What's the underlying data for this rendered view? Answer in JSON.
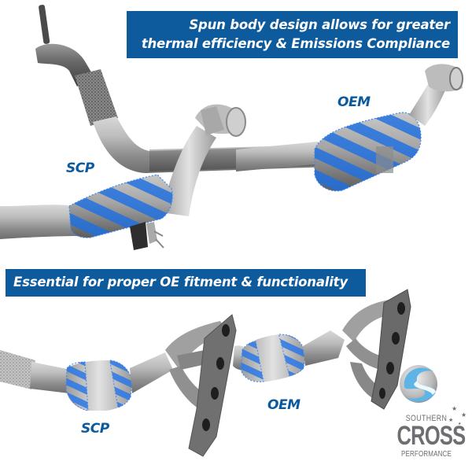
{
  "banners": {
    "top": {
      "line1": "Spun body design allows for greater",
      "line2": "thermal efficiency & Emissions Compliance"
    },
    "bottom": {
      "text": "Essential for proper OE fitment & functionality"
    }
  },
  "labels": {
    "top_scp": "SCP",
    "top_oem": "OEM",
    "bottom_scp": "SCP",
    "bottom_oem": "OEM"
  },
  "logo": {
    "line1": "SOUTHERN",
    "line2": "CROSS",
    "line3": "PERFORMANCE"
  },
  "colors": {
    "banner_bg": "#0d5a9c",
    "banner_text": "#ffffff",
    "label_text": "#0b5a9e",
    "highlight_stripe": "#2f7ae0",
    "pipe_gray": "#a9a9a9",
    "logo_blue": "#5fb4e6",
    "logo_gray": "#6e6e72"
  }
}
